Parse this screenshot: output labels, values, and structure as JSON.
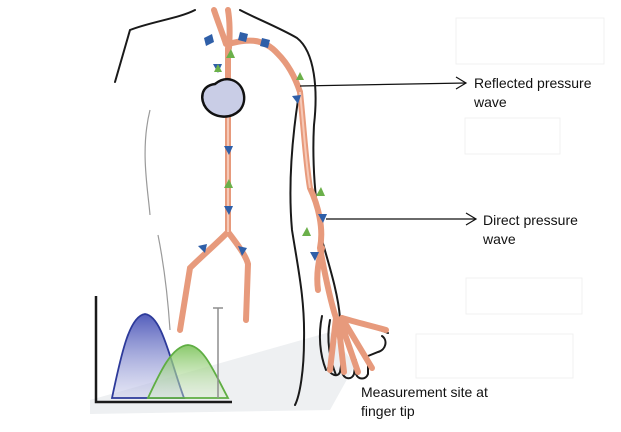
{
  "labels": {
    "reflected": "Reflected pressure wave",
    "direct": "Direct pressure wave",
    "measurement": "Measurement site at finger tip"
  },
  "colors": {
    "artery": "#e79a7c",
    "arrow_blue": "#2f5fa8",
    "arrow_green": "#6bb04a",
    "heart": "#c9cde6",
    "wave_direct": "#2d3a9a",
    "wave_reflected": "#5fae43"
  }
}
